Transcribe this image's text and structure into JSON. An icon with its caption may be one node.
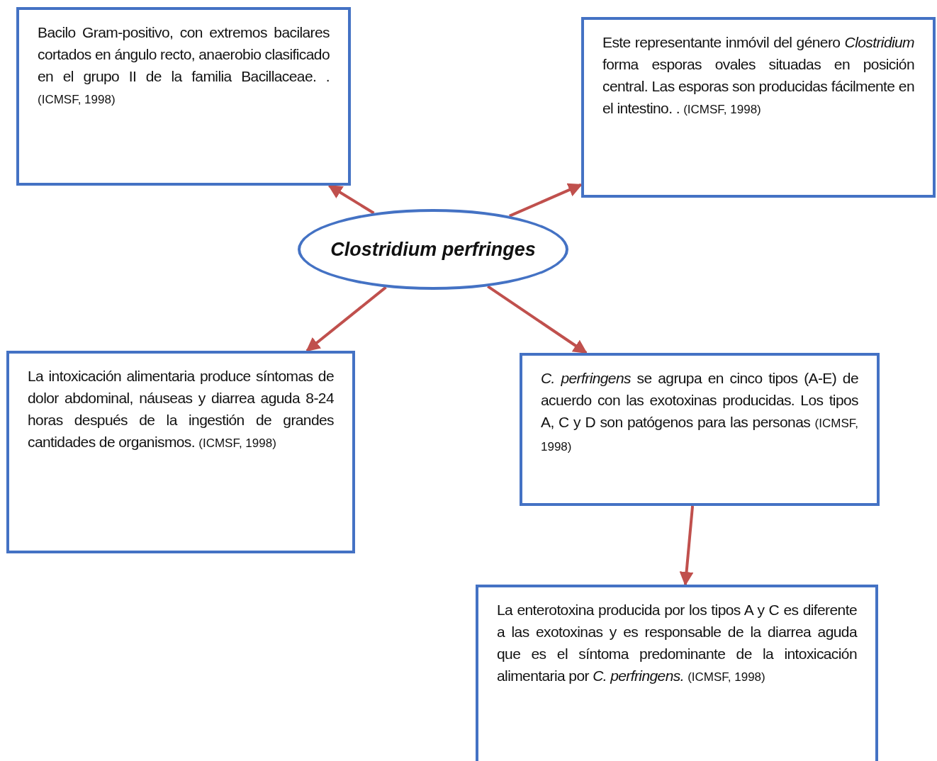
{
  "diagram": {
    "nodes": [
      {
        "text": [
          "Bacilo Gram-positivo, con extremos bacilares cortados en ángulo recto, anaerobio clasificado en el grupo II de la familia Bacillaceae. .",
          "(ICMSF, 1998)"
        ]
      },
      {
        "text": [
          "Este representante inmóvil del género *Clostridium* forma esporas ovales situadas en posición central. Las esporas son producidas fácilmente en el intestino. .",
          "(ICMSF, 1998)"
        ]
      },
      {
        "text": [
          "Clostridium perfringes"
        ]
      },
      {
        "text": [
          "La intoxicación alimentaria produce síntomas de dolor abdominal, náuseas y diarrea aguda 8-24 horas después de la ingestión de grandes cantidades de organismos.",
          "(ICMSF, 1998)"
        ]
      },
      {
        "text": [
          "*C. perfringens* se agrupa en cinco tipos (A-E) de acuerdo con las exotoxinas producidas. Los tipos A, C y D son patógenos para las personas",
          "(ICMSF, 1998)"
        ]
      },
      {
        "text": [
          "La enterotoxina producida por los tipos A y C es diferente a las exotoxinas y es responsable de la diarrea aguda que es el síntoma predominante de la intoxicación alimentaria por *C. perfringens.*",
          "(ICMSF, 1998)"
        ]
      }
    ],
    "edges": [
      {
        "from": 2,
        "to": 0,
        "arrow": "to"
      },
      {
        "from": 2,
        "to": 1,
        "arrow": "to"
      },
      {
        "from": 2,
        "to": 3,
        "arrow": "to"
      },
      {
        "from": 2,
        "to": 4,
        "arrow": "to"
      },
      {
        "from": 4,
        "to": 5,
        "arrow": "to"
      }
    ]
  }
}
